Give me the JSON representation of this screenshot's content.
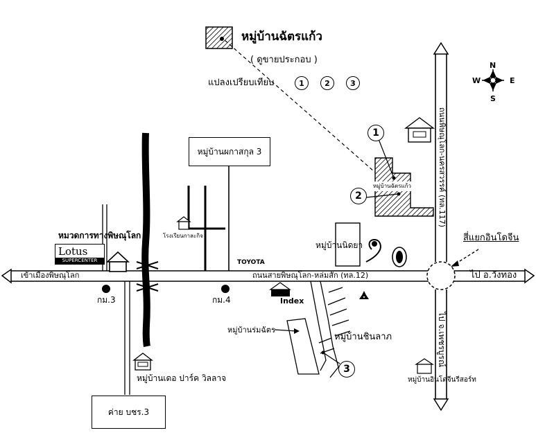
{
  "legend": {
    "title": "หมู่บ้านฉัตรแก้ว",
    "subtitle": "( ดูขายประกอบ )",
    "plots_label": "แปลงเปรียบเทียบ",
    "plot_numbers": [
      "1",
      "2",
      "3"
    ]
  },
  "compass": {
    "north": "N",
    "south": "S",
    "east": "E",
    "west": "W"
  },
  "roads": {
    "main_road": "ถนนสายพิษณุโลก-หล่มสัก (ทล.12)",
    "to_city": "เข้าเมืองพิษณุโลก",
    "to_wangthong": "ไป อ.วังทอง",
    "intersection": "สี่แยกอินโดจีน",
    "north_highway": "ถนนพิษณุโลก-นครสวรรค์ (ทล.117)",
    "south_road": "ไป จ.เพชรบูรณ์"
  },
  "km_markers": {
    "km3": "กม.3",
    "km4": "กม.4"
  },
  "places": {
    "village_pakaskun": "หมู่บ้านผกาสกุล 3",
    "police_school": "โรงเรียนกาละกิจ",
    "lotus_highway_dept": "หมวดการทางพิษณุโลก",
    "lotus_brand": "Lotus",
    "lotus_sub": "SUPERCENTER",
    "toyota": "TOYOTA",
    "village_nidaya": "หมู่บ้านนิดยา",
    "index_store": "Index",
    "village_rom_chat": "หมู่บ้านร่มฉัตร",
    "village_chinlap": "หมู่บ้านชินลาภ",
    "village_park_ville": "หมู่บ้านเดอ ปาร์ค วิลลาจ",
    "camp": "ค่าย บชร.3",
    "resort": "หมู่บ้านอินโดจีนรีสอร์ท",
    "subject_site": "หมู่บ้านฉัตรแก้ว"
  },
  "colors": {
    "ink": "#000000",
    "paper": "#ffffff"
  }
}
